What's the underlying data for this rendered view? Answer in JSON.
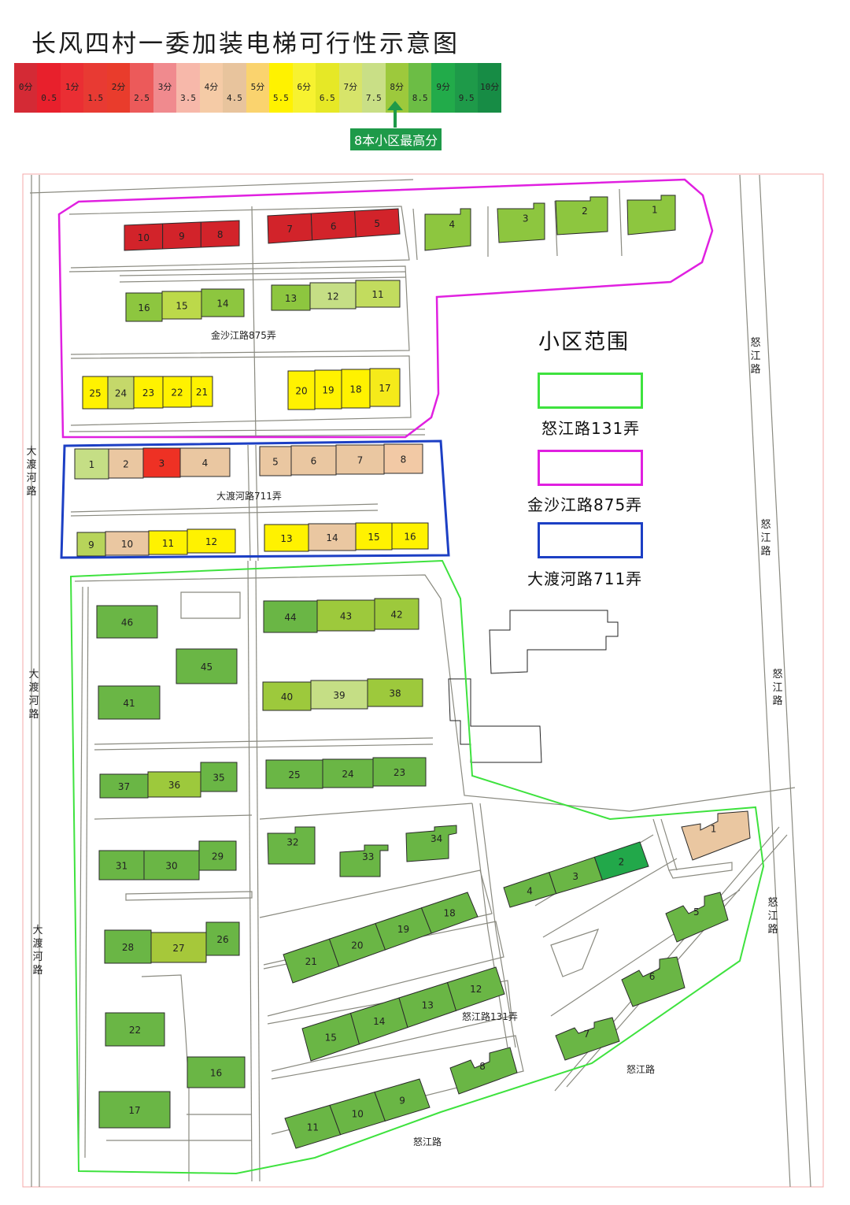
{
  "title": "长风四村一委加装电梯可行性示意图",
  "scale": {
    "segments": [
      {
        "label": "0分",
        "color": "#d42a35"
      },
      {
        "label": "0.5",
        "color": "#e8202c"
      },
      {
        "label": "1分",
        "color": "#ea2e33"
      },
      {
        "label": "1.5",
        "color": "#e83a33"
      },
      {
        "label": "2分",
        "color": "#e93c2c"
      },
      {
        "label": "2.5",
        "color": "#ec5a5a"
      },
      {
        "label": "3分",
        "color": "#f08a8e"
      },
      {
        "label": "3.5",
        "color": "#f7b8aa"
      },
      {
        "label": "4分",
        "color": "#f5cba6"
      },
      {
        "label": "4.5",
        "color": "#e8c49d"
      },
      {
        "label": "5分",
        "color": "#fad36e"
      },
      {
        "label": "5.5",
        "color": "#fff200"
      },
      {
        "label": "6分",
        "color": "#f7f230"
      },
      {
        "label": "6.5",
        "color": "#e6e826"
      },
      {
        "label": "7分",
        "color": "#d7e46a"
      },
      {
        "label": "7.5",
        "color": "#c9df86"
      },
      {
        "label": "8分",
        "color": "#9dc93c"
      },
      {
        "label": "8.5",
        "color": "#6cbd45"
      },
      {
        "label": "9分",
        "color": "#22ab4a"
      },
      {
        "label": "9.5",
        "color": "#1e9a49"
      },
      {
        "label": "10分",
        "color": "#178c45"
      }
    ],
    "highest_note": "8本小区最高分",
    "highest_value": 8
  },
  "legend": {
    "title": "小区范围",
    "items": [
      {
        "label": "怒江路131弄",
        "color": "#3ee23e"
      },
      {
        "label": "金沙江路875弄",
        "color": "#e020e0"
      },
      {
        "label": "大渡河路711弄",
        "color": "#1c3fc4"
      }
    ]
  },
  "area_labels": {
    "jinshajiang": "金沙江路875弄",
    "dadu": "大渡河路711弄",
    "nujiang": "怒江路131弄"
  },
  "roads": {
    "dadu_river_road": "大渡河路",
    "nujiang_road": "怒江路"
  },
  "buildings": [
    {
      "label": "10",
      "color": "#d2232a"
    },
    {
      "label": "9",
      "color": "#d2232a"
    },
    {
      "label": "8",
      "color": "#d2232a"
    },
    {
      "label": "7",
      "color": "#d2232a"
    },
    {
      "label": "6",
      "color": "#d2232a"
    },
    {
      "label": "5",
      "color": "#d2232a"
    },
    {
      "label": "4",
      "color": "#8dc63f"
    },
    {
      "label": "3",
      "color": "#8dc63f"
    },
    {
      "label": "2",
      "color": "#8dc63f"
    },
    {
      "label": "1",
      "color": "#8dc63f"
    },
    {
      "label": "16",
      "color": "#8dc63f"
    },
    {
      "label": "15",
      "color": "#bcd94a"
    },
    {
      "label": "14",
      "color": "#8dc63f"
    },
    {
      "label": "13",
      "color": "#8dc63f"
    },
    {
      "label": "12",
      "color": "#c5de85"
    },
    {
      "label": "11",
      "color": "#c2dc5e"
    },
    {
      "label": "25",
      "color": "#fff200"
    },
    {
      "label": "24",
      "color": "#c5d86a"
    },
    {
      "label": "23",
      "color": "#fff200"
    },
    {
      "label": "22",
      "color": "#fff200"
    },
    {
      "label": "21",
      "color": "#fff200"
    },
    {
      "label": "20",
      "color": "#fff200"
    },
    {
      "label": "19",
      "color": "#fff200"
    },
    {
      "label": "18",
      "color": "#fff200"
    },
    {
      "label": "17",
      "color": "#f5ea1a"
    },
    {
      "label": "1",
      "color": "#c5de85"
    },
    {
      "label": "2",
      "color": "#eac7a1"
    },
    {
      "label": "3",
      "color": "#ee3124"
    },
    {
      "label": "4",
      "color": "#eac7a1"
    },
    {
      "label": "5",
      "color": "#eac7a1"
    },
    {
      "label": "6",
      "color": "#eac7a1"
    },
    {
      "label": "7",
      "color": "#eac7a1"
    },
    {
      "label": "8",
      "color": "#f2c9a5"
    },
    {
      "label": "9",
      "color": "#b7d45a"
    },
    {
      "label": "10",
      "color": "#eac7a1"
    },
    {
      "label": "11",
      "color": "#fff200"
    },
    {
      "label": "12",
      "color": "#fff200"
    },
    {
      "label": "13",
      "color": "#fff200"
    },
    {
      "label": "14",
      "color": "#eac7a1"
    },
    {
      "label": "15",
      "color": "#fff200"
    },
    {
      "label": "16",
      "color": "#fff200"
    },
    {
      "label": "46",
      "color": "#6ab645"
    },
    {
      "label": "45",
      "color": "#6ab645"
    },
    {
      "label": "41",
      "color": "#6ab645"
    },
    {
      "label": "44",
      "color": "#6ab645"
    },
    {
      "label": "43",
      "color": "#9dc93c"
    },
    {
      "label": "42",
      "color": "#9dc93c"
    },
    {
      "label": "40",
      "color": "#9dc93c"
    },
    {
      "label": "39",
      "color": "#c5de85"
    },
    {
      "label": "38",
      "color": "#9dc93c"
    },
    {
      "label": "37",
      "color": "#6ab645"
    },
    {
      "label": "36",
      "color": "#9dc93c"
    },
    {
      "label": "35",
      "color": "#6ab645"
    },
    {
      "label": "25",
      "color": "#6ab645"
    },
    {
      "label": "24",
      "color": "#6ab645"
    },
    {
      "label": "23",
      "color": "#6ab645"
    },
    {
      "label": "32",
      "color": "#6ab645"
    },
    {
      "label": "33",
      "color": "#6ab645"
    },
    {
      "label": "34",
      "color": "#6ab645"
    },
    {
      "label": "31",
      "color": "#6ab645"
    },
    {
      "label": "30",
      "color": "#6ab645"
    },
    {
      "label": "29",
      "color": "#6ab645"
    },
    {
      "label": "28",
      "color": "#6ab645"
    },
    {
      "label": "27",
      "color": "#a6c83a"
    },
    {
      "label": "26",
      "color": "#6ab645"
    },
    {
      "label": "22",
      "color": "#6ab645"
    },
    {
      "label": "16",
      "color": "#6ab645"
    },
    {
      "label": "17",
      "color": "#6ab645"
    },
    {
      "label": "21",
      "color": "#6ab645"
    },
    {
      "label": "20",
      "color": "#6ab645"
    },
    {
      "label": "19",
      "color": "#6ab645"
    },
    {
      "label": "18",
      "color": "#6ab645"
    },
    {
      "label": "15",
      "color": "#6ab645"
    },
    {
      "label": "14",
      "color": "#6ab645"
    },
    {
      "label": "13",
      "color": "#6ab645"
    },
    {
      "label": "12",
      "color": "#6ab645"
    },
    {
      "label": "11",
      "color": "#6ab645"
    },
    {
      "label": "10",
      "color": "#6ab645"
    },
    {
      "label": "9",
      "color": "#6ab645"
    },
    {
      "label": "4",
      "color": "#6ab645"
    },
    {
      "label": "3",
      "color": "#6ab645"
    },
    {
      "label": "2",
      "color": "#22a84a"
    },
    {
      "label": "1",
      "color": "#eac7a1"
    },
    {
      "label": "5",
      "color": "#6ab645"
    },
    {
      "label": "6",
      "color": "#6ab645"
    },
    {
      "label": "7",
      "color": "#6ab645"
    },
    {
      "label": "8",
      "color": "#6ab645"
    }
  ]
}
